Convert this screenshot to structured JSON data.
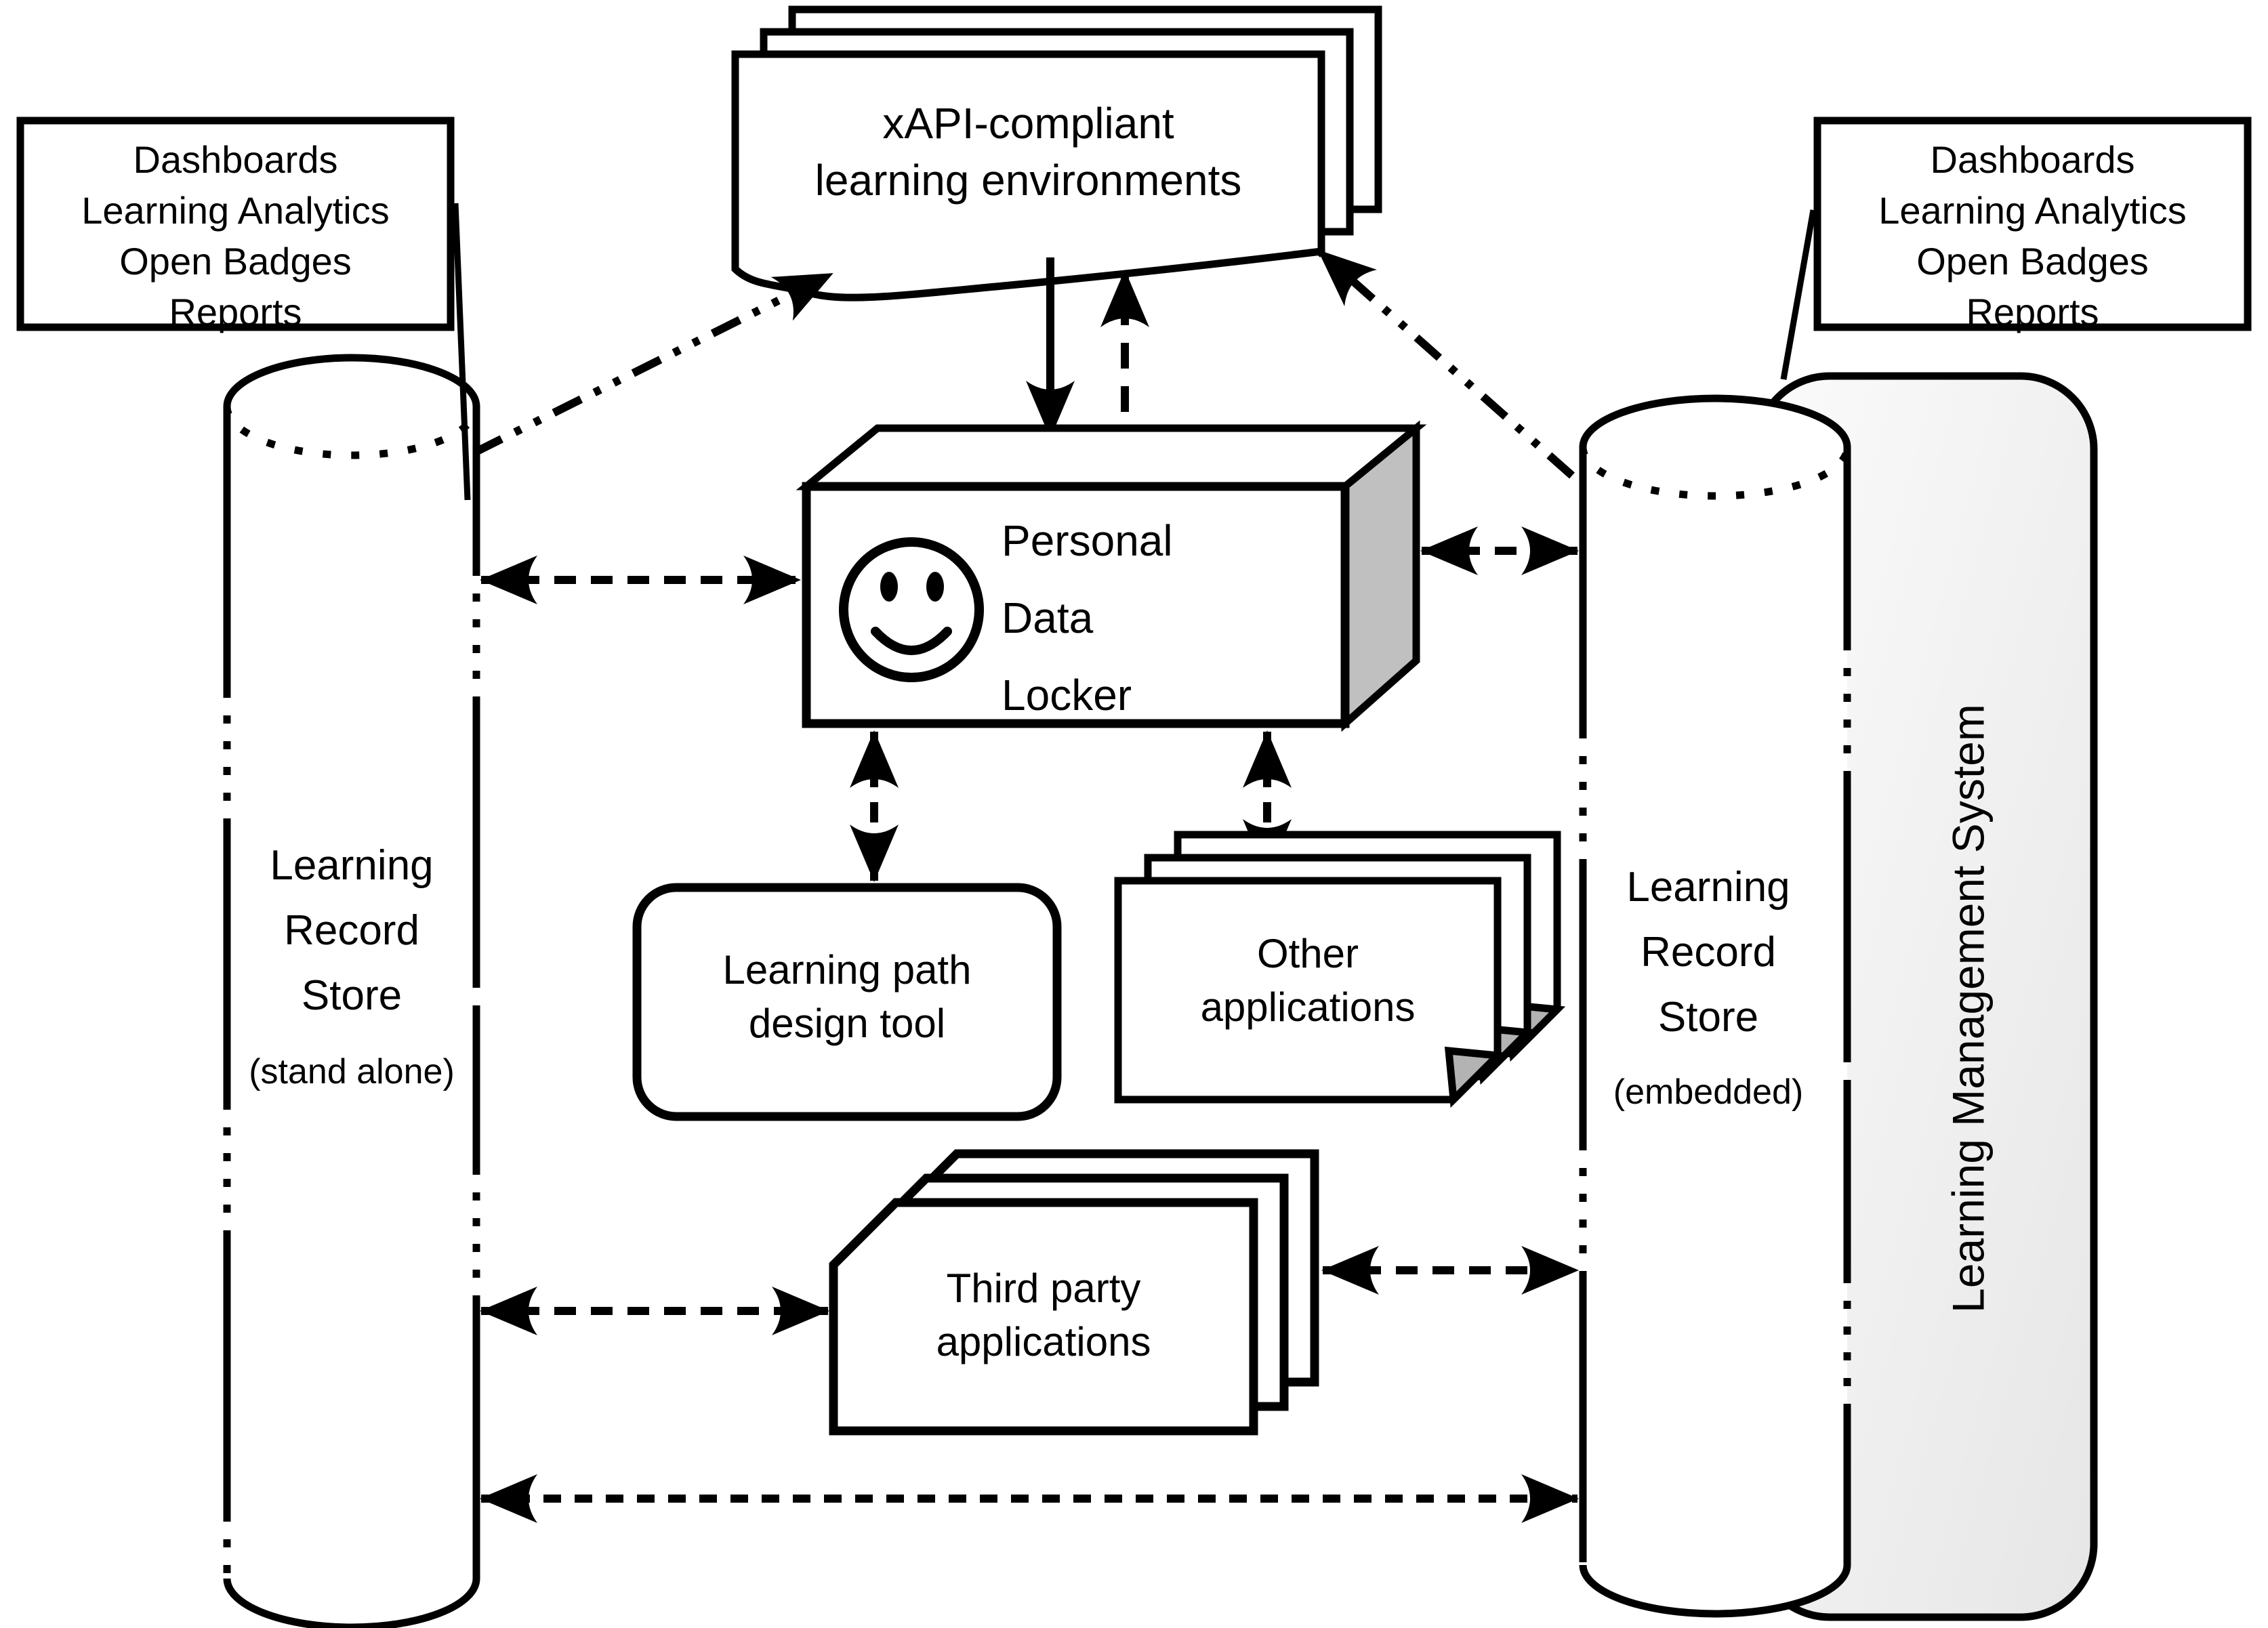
{
  "diagram": {
    "title": "Personal Data Locker architecture diagram",
    "left_callout": {
      "text": "Dashboards\nLearning Analytics\nOpen Badges\nReports"
    },
    "right_callout": {
      "text": "Dashboards\nLearning Analytics\nOpen Badges\nReports"
    },
    "xapi_environments": {
      "text": "xAPI-compliant\nlearning environments"
    },
    "personal_data_locker": {
      "text": "Personal\nData\nLocker",
      "icon": "smiley-face-icon"
    },
    "left_lrs": {
      "text": "Learning\nRecord\nStore",
      "qualifier": "(stand alone)"
    },
    "right_lrs": {
      "text": "Learning\nRecord\nStore",
      "qualifier": "(embedded)"
    },
    "lms": {
      "text": "Learning Management System"
    },
    "learning_path_tool": {
      "text": "Learning path\ndesign tool"
    },
    "other_applications": {
      "text": "Other\napplications"
    },
    "third_party_applications": {
      "text": "Third party\napplications"
    },
    "colors": {
      "stroke": "#000000",
      "background": "#ffffff",
      "box_side_shade": "#c0c0c0",
      "lms_fill_light": "#fbfbfb",
      "lms_fill_dark": "#e6e6e6",
      "page_fold_shade": "#b3b3b3"
    },
    "connections": [
      "xapi to personal-data-locker (solid arrow down)",
      "personal-data-locker to xapi (dashed arrow up)",
      "left-lrs to xapi (dash-dot arrow)",
      "right-lrs to xapi (dash-dot arrow)",
      "left-lrs and personal-data-locker (dashed double arrow)",
      "right-lrs and personal-data-locker (dashed double arrow)",
      "personal-data-locker and learning-path-tool (dashed double arrow)",
      "personal-data-locker and other-applications (dashed double arrow)",
      "left-lrs and third-party-applications (dashed double arrow)",
      "right-lrs and third-party-applications (dashed double arrow)",
      "left-lrs and right-lrs (dashed double arrow)"
    ]
  }
}
